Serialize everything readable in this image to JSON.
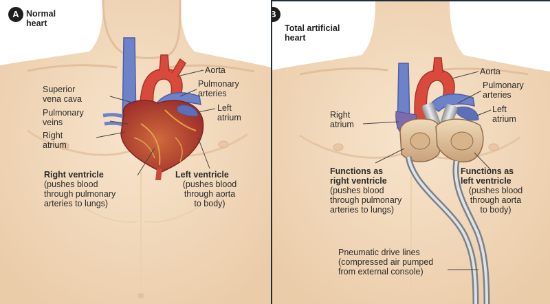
{
  "panel_a": {
    "badge": "A",
    "title": "Normal\nheart",
    "labels": {
      "aorta": "Aorta",
      "superior_vena_cava": "Superior\nvena cava",
      "pulmonary_arteries": "Pulmonary\narteries",
      "pulmonary_veins": "Pulmonary\nveins",
      "left_atrium": "Left\natrium",
      "right_atrium": "Right\natrium",
      "right_ventricle_title": "Right ventricle",
      "right_ventricle_desc": "(pushes blood\nthrough pulmonary\narteries to lungs)",
      "left_ventricle_title": "Left ventricle",
      "left_ventricle_desc": "(pushes blood\nthrough aorta\nto body)"
    }
  },
  "panel_b": {
    "badge": "B",
    "title": "Total artificial\nheart",
    "labels": {
      "aorta": "Aorta",
      "pulmonary_arteries": "Pulmonary\narteries",
      "right_atrium": "Right\natrium",
      "left_atrium": "Left\natrium",
      "right_fn_title": "Functions as\nright ventricle",
      "right_fn_desc": "(pushes blood\nthrough pulmonary\narteries to lungs)",
      "left_fn_title": "Functions as\nleft ventricle",
      "left_fn_desc": "(pushes blood\nthrough aorta\nto body)",
      "drive_lines": "Pneumatic drive lines\n(compressed air pumped\nfrom external console)"
    }
  },
  "colors": {
    "skin": "#f3dcc0",
    "skin_shadow": "#e2bf9b",
    "heart_red": "#d94a3c",
    "heart_dark": "#a9332b",
    "vein_blue": "#6d82c9",
    "device_tan": "#e0c29a",
    "leader": "#444444"
  }
}
